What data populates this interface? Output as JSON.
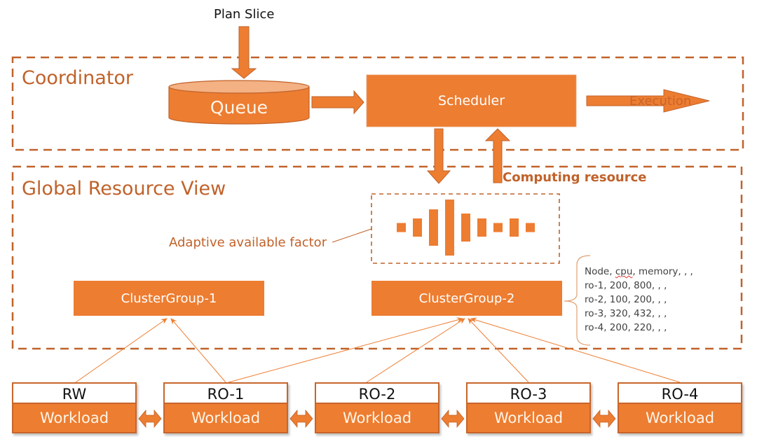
{
  "diagram": {
    "plan_slice_label": "Plan Slice",
    "coordinator": {
      "title": "Coordinator",
      "queue_label": "Queue",
      "scheduler_label": "Scheduler",
      "execution_label": "Execution"
    },
    "global_resource_view": {
      "title": "Global Resource View",
      "computing_resource_label": "Computing resource",
      "adaptive_factor_label": "Adaptive available factor",
      "cluster_groups": [
        {
          "label": "ClusterGroup-1"
        },
        {
          "label": "ClusterGroup-2"
        }
      ],
      "node_table": {
        "header": [
          "Node",
          "cpu",
          "memory",
          "",
          ""
        ],
        "rows": [
          [
            "ro-1",
            "200",
            "800",
            "",
            ""
          ],
          [
            "ro-2",
            "100",
            "200",
            "",
            ""
          ],
          [
            "ro-3",
            "320",
            "432",
            "",
            ""
          ],
          [
            "ro-4",
            "200",
            "220",
            "",
            ""
          ]
        ],
        "lines": [
          "Node, cpu, memory, , ,",
          "ro-1, 200, 800, , ,",
          "ro-2, 100, 200, , ,",
          "ro-3, 320, 432, , ,",
          "ro-4, 200, 220, , ,"
        ]
      }
    },
    "nodes": [
      {
        "name": "RW",
        "workload_label": "Workload"
      },
      {
        "name": "RO-1",
        "workload_label": "Workload"
      },
      {
        "name": "RO-2",
        "workload_label": "Workload"
      },
      {
        "name": "RO-3",
        "workload_label": "Workload"
      },
      {
        "name": "RO-4",
        "workload_label": "Workload"
      }
    ],
    "colors": {
      "accent": "#ed7d31",
      "accent_dark": "#c0622a",
      "text_dark": "#111111"
    }
  }
}
